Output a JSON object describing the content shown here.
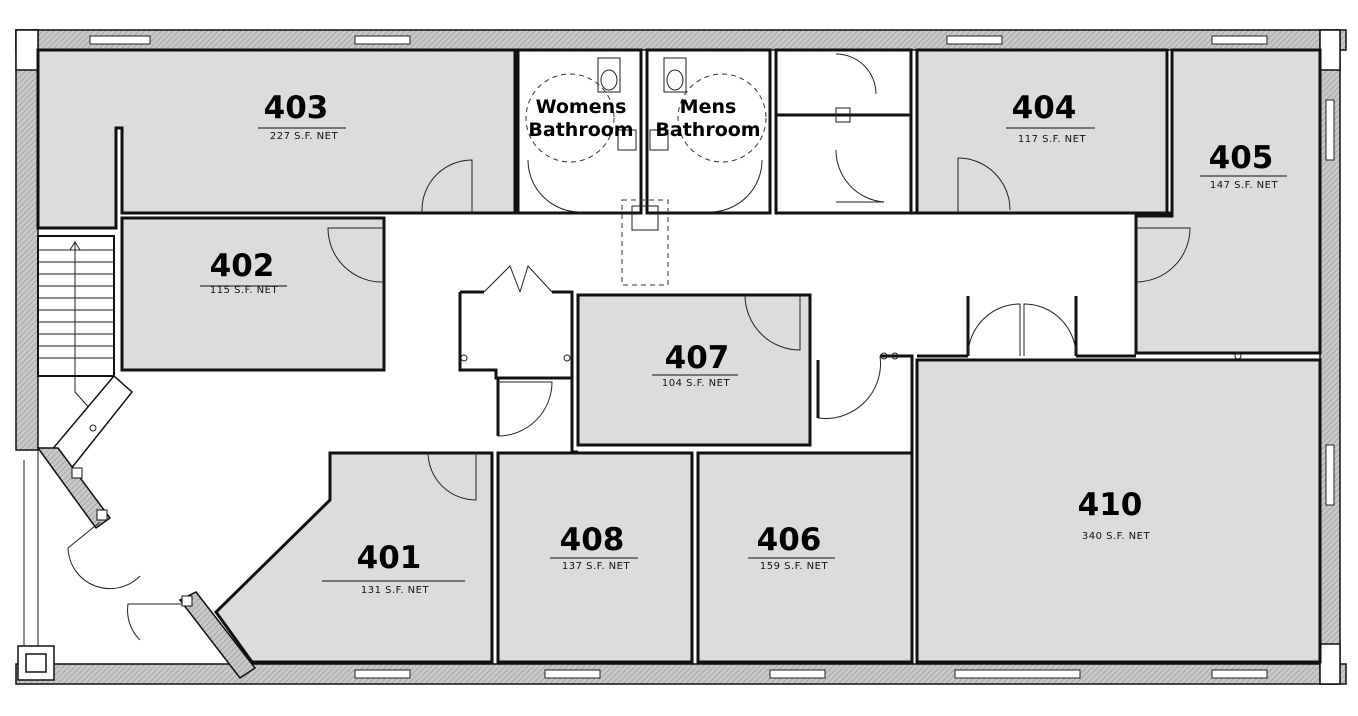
{
  "rooms": [
    {
      "id": "403",
      "number": "403",
      "area": "227  S.F.  NET"
    },
    {
      "id": "402",
      "number": "402",
      "area": "115  S.F.  NET"
    },
    {
      "id": "404",
      "number": "404",
      "area": "117  S.F.  NET"
    },
    {
      "id": "405",
      "number": "405",
      "area": "147  S.F.  NET"
    },
    {
      "id": "407",
      "number": "407",
      "area": "104  S.F.  NET"
    },
    {
      "id": "401",
      "number": "401",
      "area": "131  S.F.  NET"
    },
    {
      "id": "408",
      "number": "408",
      "area": "137  S.F.  NET"
    },
    {
      "id": "406",
      "number": "406",
      "area": "159  S.F.  NET"
    },
    {
      "id": "410",
      "number": "410",
      "area": "340  S.F.  NET"
    }
  ],
  "bathrooms": {
    "womens": {
      "line1": "Womens",
      "line2": "Bathroom"
    },
    "mens": {
      "line1": "Mens",
      "line2": "Bathroom"
    }
  }
}
